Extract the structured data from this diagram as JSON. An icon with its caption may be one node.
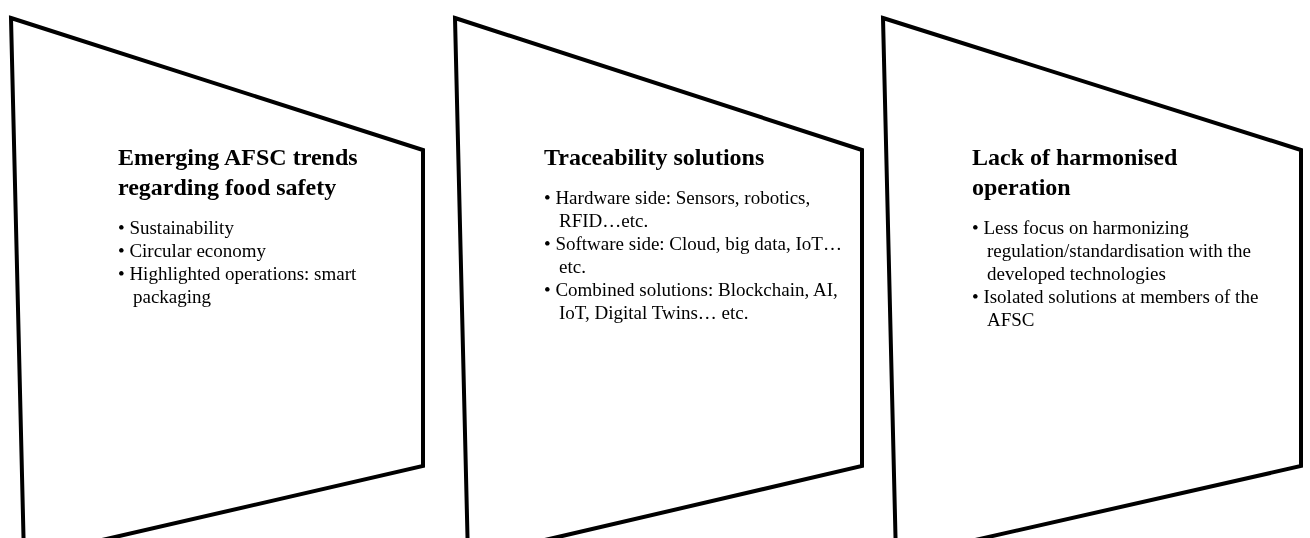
{
  "diagram": {
    "nodes": [
      {
        "text": [
          "Emerging AFSC trends regarding food safety",
          "• Sustainability",
          "• Circular economy",
          "• Highlighted operations: smart packaging"
        ]
      },
      {
        "text": [
          "Traceability solutions",
          "• Hardware side: Sensors, robotics, RFID…etc.",
          "• Software side: Cloud, big data, IoT… etc.",
          "• Combined solutions: Blockchain, AI, IoT, Digital Twins… etc."
        ]
      },
      {
        "text": [
          "Lack of harmonised operation",
          "• Less focus on harmonizing regulation/standardisation with the developed technologies",
          "• Isolated solutions at members of the AFSC"
        ]
      }
    ]
  }
}
